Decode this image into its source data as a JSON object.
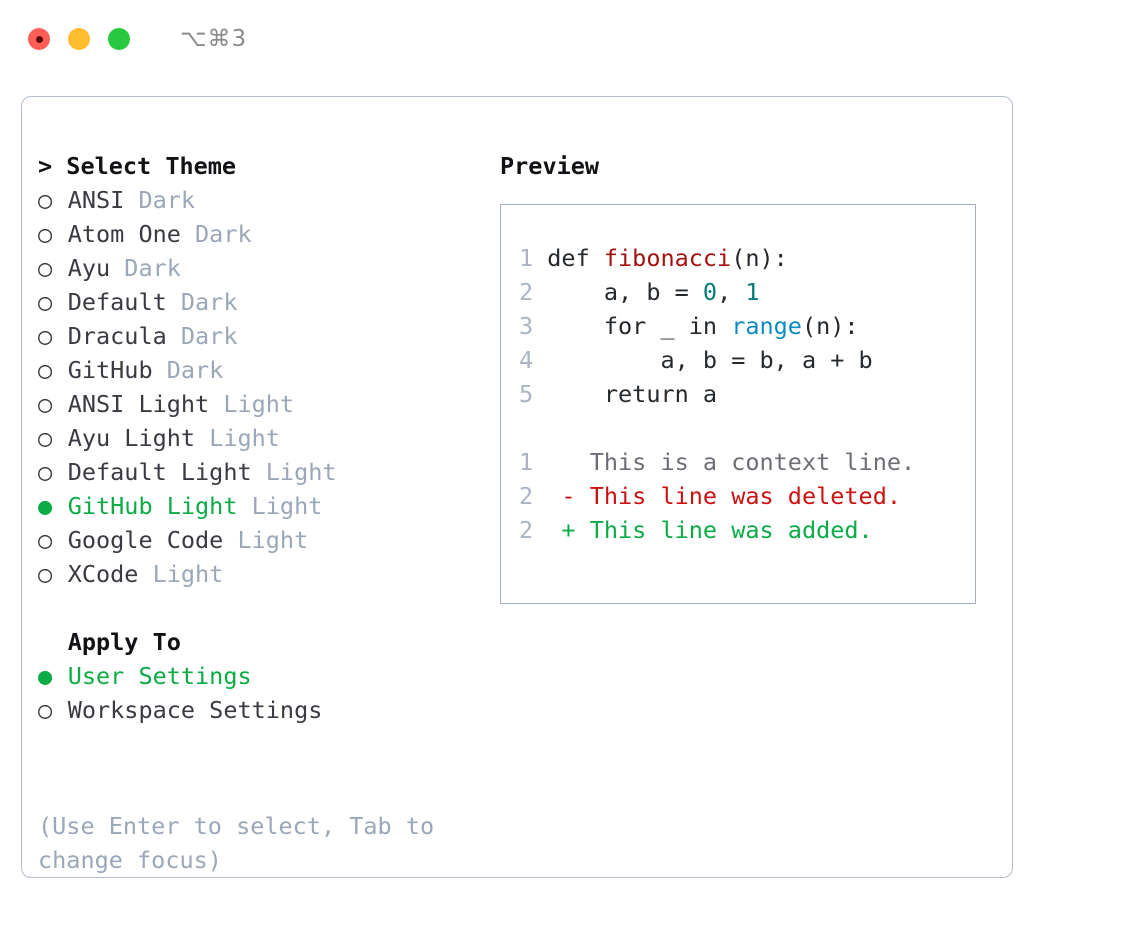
{
  "window": {
    "shortcut": "⌥⌘3",
    "traffic_lights": [
      {
        "name": "close",
        "color": "#ff5f57"
      },
      {
        "name": "minimize",
        "color": "#ffbd2e"
      },
      {
        "name": "maximize",
        "color": "#28c840"
      }
    ]
  },
  "theme_picker": {
    "prompt": ">",
    "heading": "Select Theme",
    "marker_selected": "●",
    "marker_unselected": "○",
    "options": [
      {
        "label": "ANSI",
        "tag": "Dark",
        "selected": false
      },
      {
        "label": "Atom One",
        "tag": "Dark",
        "selected": false
      },
      {
        "label": "Ayu",
        "tag": "Dark",
        "selected": false
      },
      {
        "label": "Default",
        "tag": "Dark",
        "selected": false
      },
      {
        "label": "Dracula",
        "tag": "Dark",
        "selected": false
      },
      {
        "label": "GitHub",
        "tag": "Dark",
        "selected": false
      },
      {
        "label": "ANSI Light",
        "tag": "Light",
        "selected": false
      },
      {
        "label": "Ayu Light",
        "tag": "Light",
        "selected": false
      },
      {
        "label": "Default Light",
        "tag": "Light",
        "selected": false
      },
      {
        "label": "GitHub Light",
        "tag": "Light",
        "selected": true
      },
      {
        "label": "Google Code",
        "tag": "Light",
        "selected": false
      },
      {
        "label": "XCode",
        "tag": "Light",
        "selected": false
      }
    ]
  },
  "apply_to": {
    "heading": "Apply To",
    "options": [
      {
        "label": "User Settings",
        "selected": true
      },
      {
        "label": "Workspace Settings",
        "selected": false
      }
    ]
  },
  "hint": "(Use Enter to select, Tab to change focus)",
  "preview": {
    "title": "Preview",
    "code_lines": [
      {
        "num": "1",
        "tokens": [
          {
            "text": "def ",
            "type": "def"
          },
          {
            "text": "fibonacci",
            "type": "func"
          },
          {
            "text": "(n):",
            "type": "plain"
          }
        ]
      },
      {
        "num": "2",
        "tokens": [
          {
            "text": "    a, b = ",
            "type": "plain"
          },
          {
            "text": "0",
            "type": "number"
          },
          {
            "text": ", ",
            "type": "plain"
          },
          {
            "text": "1",
            "type": "number"
          }
        ]
      },
      {
        "num": "3",
        "tokens": [
          {
            "text": "    for _ in ",
            "type": "plain"
          },
          {
            "text": "range",
            "type": "builtin"
          },
          {
            "text": "(n):",
            "type": "plain"
          }
        ]
      },
      {
        "num": "4",
        "tokens": [
          {
            "text": "        a, b = b, a + b",
            "type": "plain"
          }
        ]
      },
      {
        "num": "5",
        "tokens": [
          {
            "text": "    return a",
            "type": "plain"
          }
        ]
      }
    ],
    "diff_lines": [
      {
        "num": "1",
        "sign": " ",
        "text": "This is a context line.",
        "kind": "context"
      },
      {
        "num": "2",
        "sign": "-",
        "text": "This line was deleted.",
        "kind": "del"
      },
      {
        "num": "2",
        "sign": "+",
        "text": "This line was added.",
        "kind": "add"
      }
    ]
  },
  "colors": {
    "accent_green": "#0bab45",
    "tag_gray": "#9aa7b8",
    "diff_red": "#cc1111",
    "border": "#b3bdcb"
  }
}
